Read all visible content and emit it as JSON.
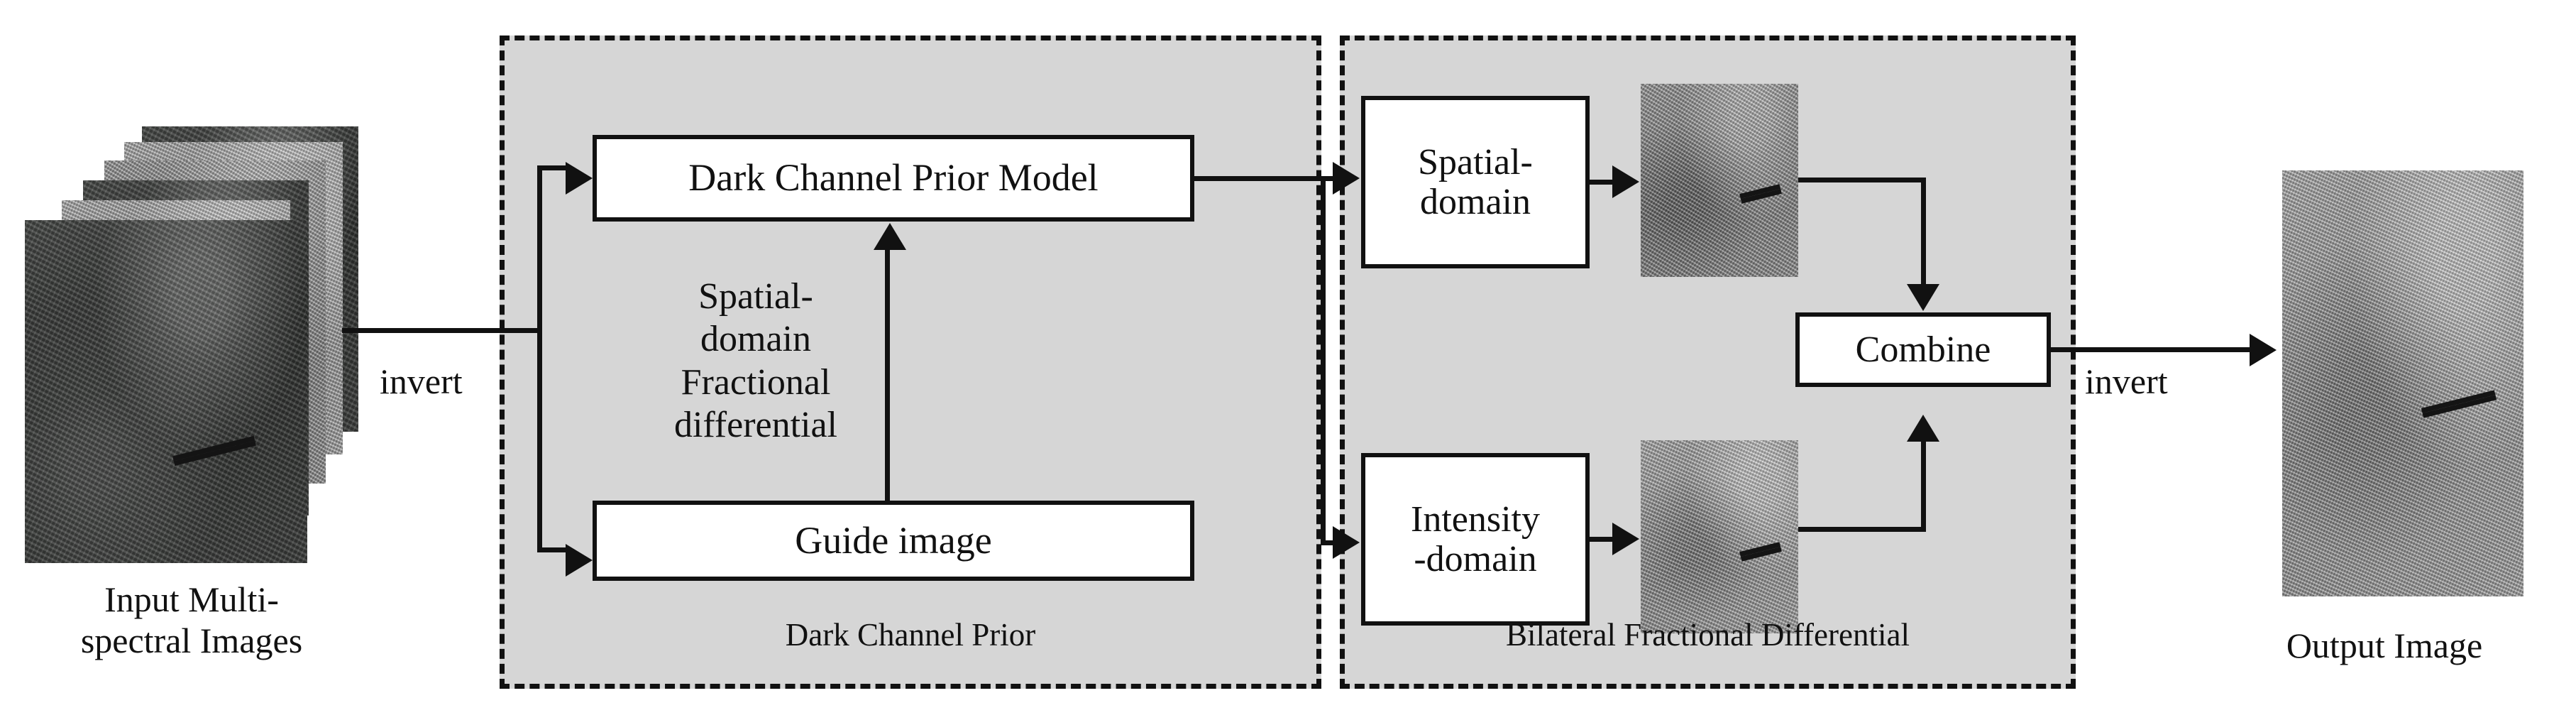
{
  "figure": {
    "type": "flow-diagram",
    "title": "Dark Channel Prior and Bilateral Fractional Differential image enhancement pipeline"
  },
  "input": {
    "caption_line1": "Input  Multi-",
    "caption_line2": "spectral Images",
    "sheet_count": 6
  },
  "output": {
    "caption": "Output Image"
  },
  "edges": {
    "invert_left": "invert",
    "invert_right": "invert"
  },
  "panels": [
    {
      "id": "dark-channel-prior",
      "caption": "Dark Channel Prior",
      "boxes": [
        {
          "id": "dcp-model",
          "label": "Dark Channel Prior Model"
        },
        {
          "id": "guide-image",
          "label": "Guide image"
        }
      ],
      "annotation": {
        "lines": [
          "Spatial-",
          "domain",
          "Fractional",
          "differential"
        ]
      }
    },
    {
      "id": "bilateral-fractional-differential",
      "caption": "Bilateral Fractional Differential",
      "boxes": [
        {
          "id": "spatial-domain",
          "label_line1": "Spatial-",
          "label_line2": "domain"
        },
        {
          "id": "intensity-domain",
          "label_line1": "Intensity",
          "label_line2": "-domain"
        },
        {
          "id": "combine",
          "label": "Combine"
        }
      ]
    }
  ],
  "colors": {
    "panel_fill": "#d6d6d6",
    "panel_border": "#111111",
    "box_fill": "#ffffff",
    "box_border": "#111111",
    "page_background": "#ffffff",
    "line": "#111111"
  }
}
